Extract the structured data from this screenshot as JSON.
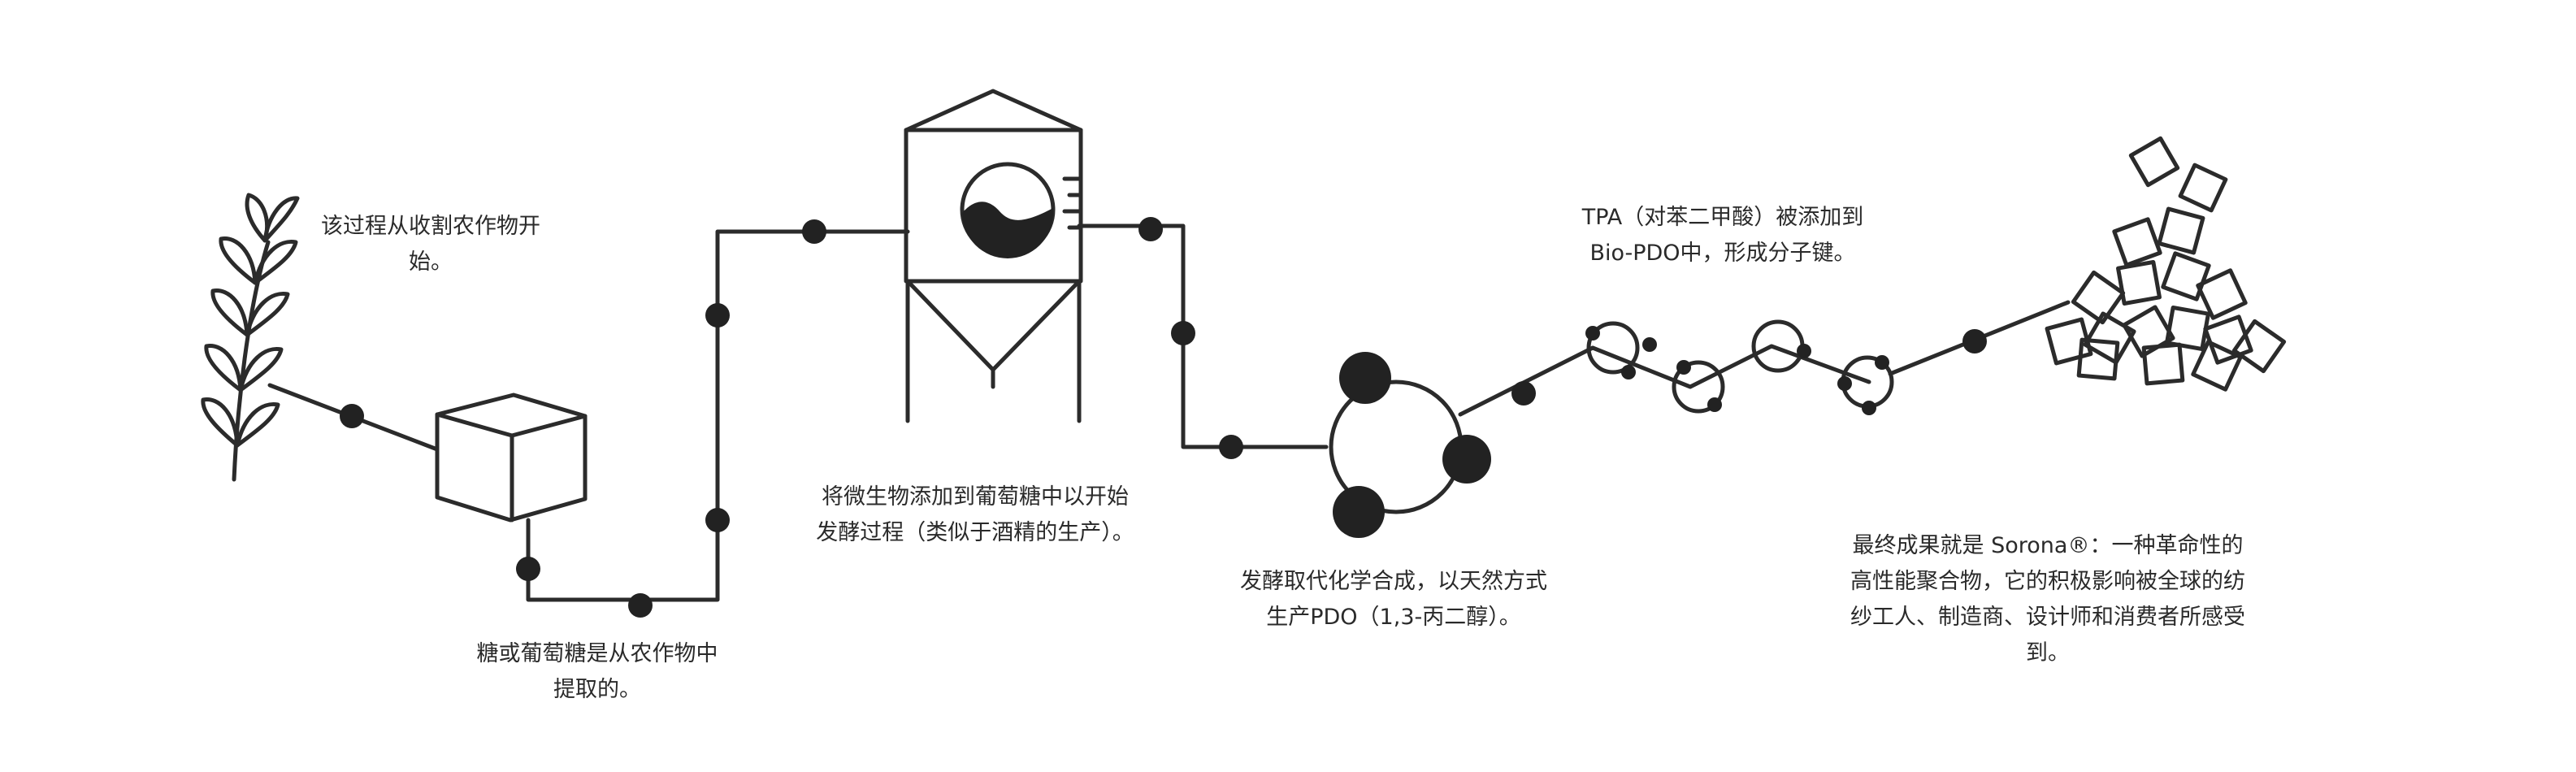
{
  "steps": [
    {
      "id": "harvest",
      "icon": "wheat-icon",
      "lines": [
        "该过程从收割农作物开",
        "始。"
      ]
    },
    {
      "id": "extract",
      "icon": "box-icon",
      "lines": [
        "糖或葡萄糖是从农作物中",
        "提取的。"
      ]
    },
    {
      "id": "ferment",
      "icon": "fermentation-tank-icon",
      "lines": [
        "将微生物添加到葡萄糖中以开始",
        "发酵过程（类似于酒精的生产）。"
      ]
    },
    {
      "id": "pdo",
      "icon": "molecule-icon",
      "lines": [
        "发酵取代化学合成，以天然方式",
        "生产PDO（1,3-丙二醇）。"
      ]
    },
    {
      "id": "polymer",
      "icon": "molecular-chain-icon",
      "lines": [
        "TPA（对苯二甲酸）被添加到",
        "Bio-PDO中，形成分子键。"
      ]
    },
    {
      "id": "sorona",
      "icon": "pellet-pile-icon",
      "lines": [
        "最终成果就是 Sorona®：一种革命性的",
        "高性能聚合物，它的积极影响被全球的纺",
        "纱工人、制造商、设计师和消费者所感受",
        "到。"
      ]
    }
  ],
  "colors": {
    "stroke": "#2b2b2b",
    "fill": "#222222",
    "text": "#2a2a2a"
  }
}
